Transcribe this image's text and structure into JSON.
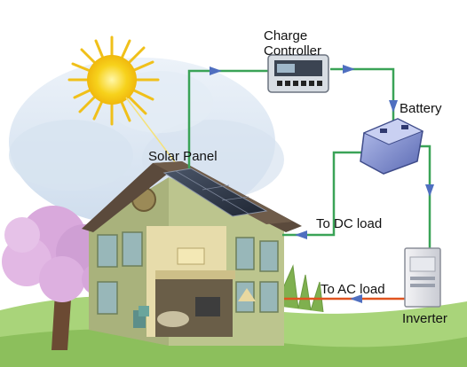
{
  "labels": {
    "charge_controller_line1": "Charge",
    "charge_controller_line2": "Controller",
    "battery": "Battery",
    "solar_panel": "Solar Panel",
    "dc_load": "To DC load",
    "ac_load": "To AC load",
    "inverter": "Inverter"
  },
  "colors": {
    "dc_wire": "#3aa357",
    "ac_wire": "#e0531f",
    "arrow": "#4f6fc0",
    "sun": "#f7d21c",
    "sky": "#c5d7ea",
    "house_wall": "#b7c08a",
    "roof": "#5e4a3a",
    "grass": "#9fcf70",
    "blossom": "#d9a9dc",
    "battery": "#7b8bcf"
  }
}
